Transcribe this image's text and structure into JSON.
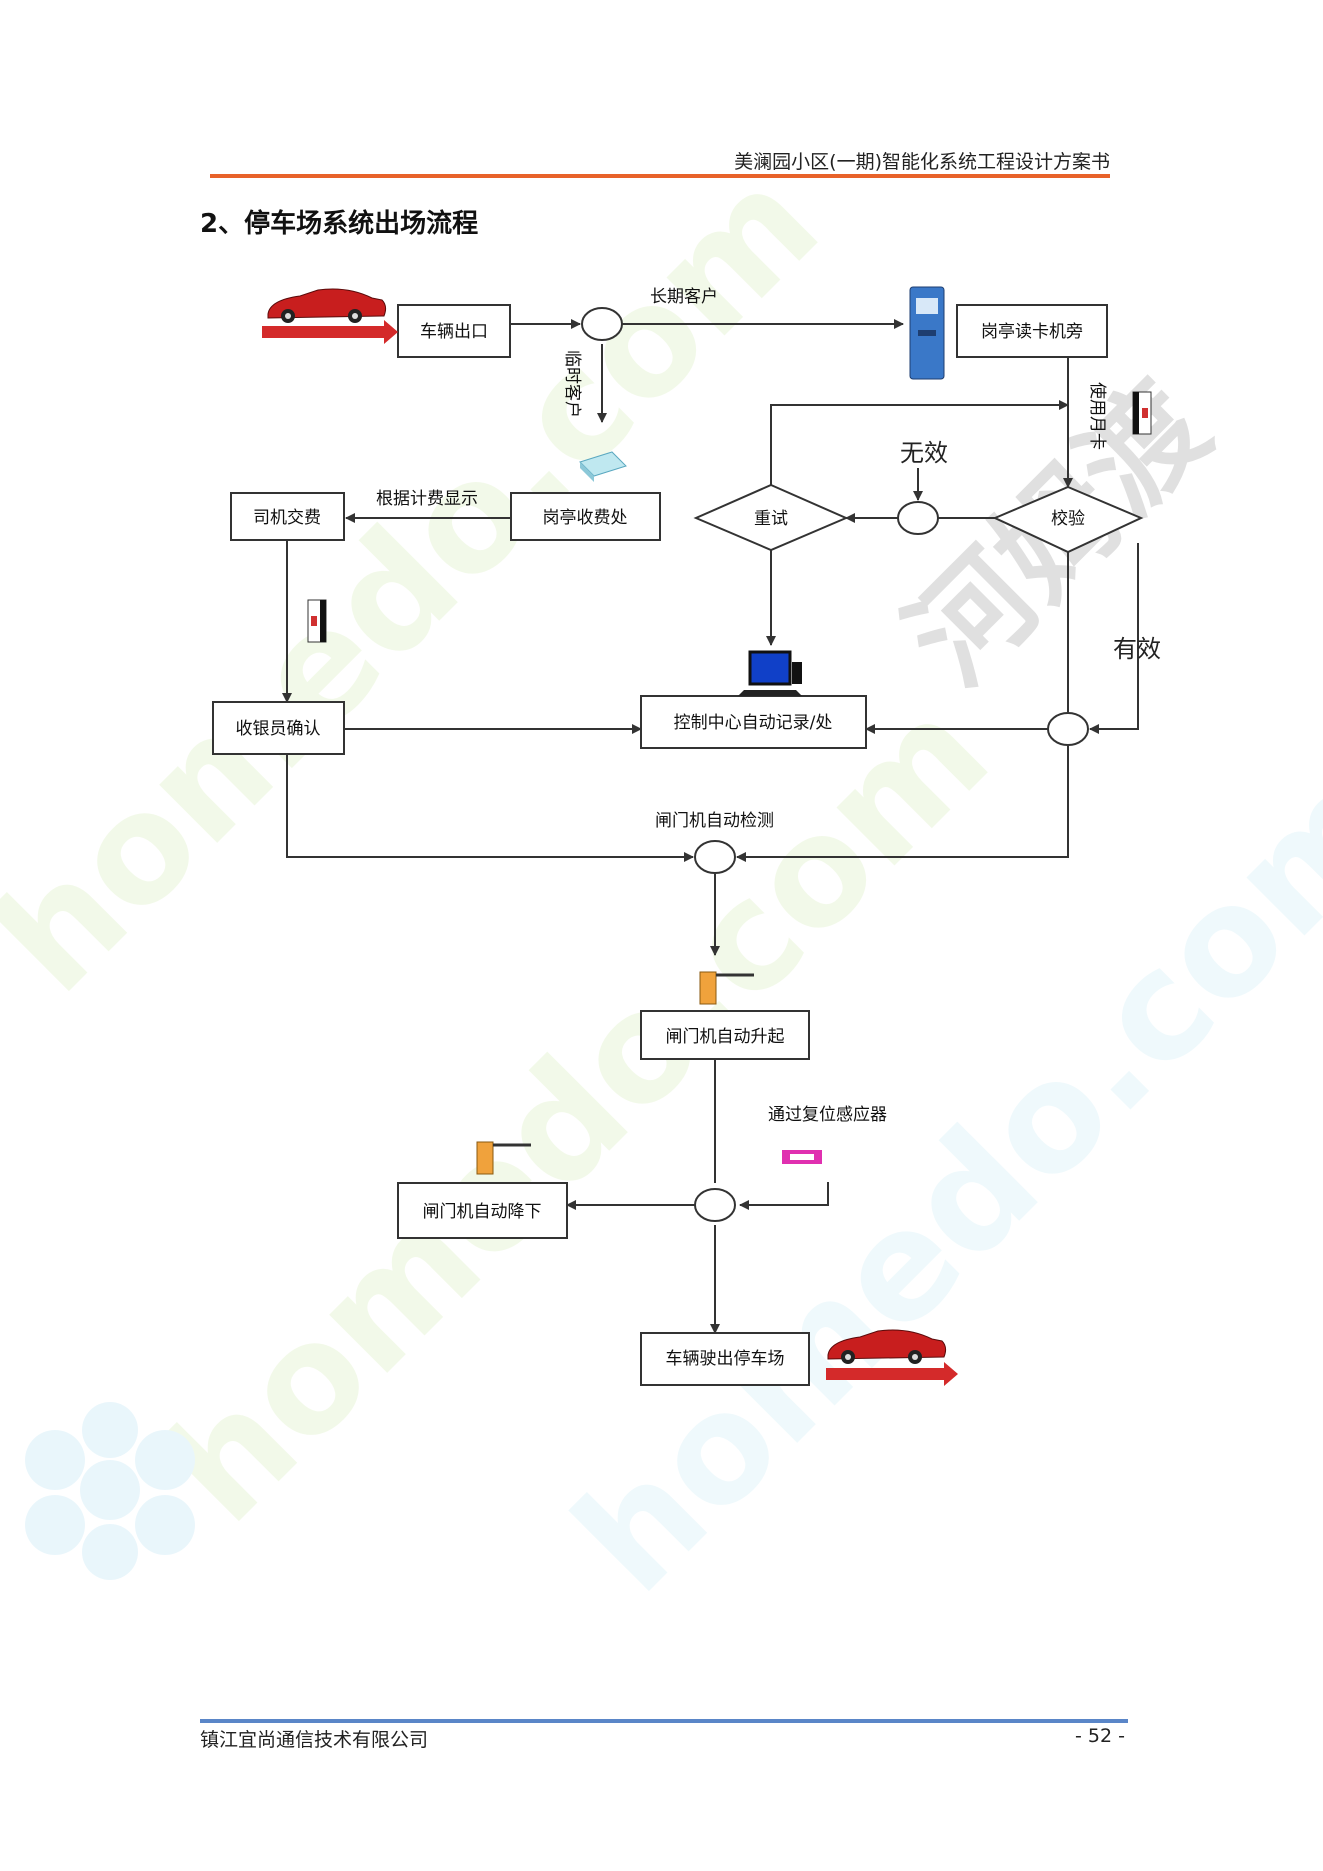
{
  "header": {
    "title": "美澜园小区(一期)智能化系统工程设计方案书"
  },
  "section": {
    "title": "2、停车场系统出场流程"
  },
  "flow": {
    "vehicle_exit": "车辆出口",
    "long_term": "长期客户",
    "temporary": "临时客户",
    "booth_reader": "岗亭读卡机旁",
    "use_monthly_card": "使用月卡",
    "invalid": "无效",
    "retry": "重试",
    "verify": "校验",
    "valid": "有效",
    "driver_pay": "司机交费",
    "fee_display": "根据计费显示",
    "booth_toll": "岗亭收费处",
    "cashier_confirm": "收银员确认",
    "control_center": "控制中心自动记录/处",
    "gate_detect": "闸门机自动检测",
    "gate_raise": "闸门机自动升起",
    "reset_sensor": "通过复位感应器",
    "gate_lower": "闸门机自动降下",
    "exit_lot": "车辆驶出停车场"
  },
  "watermark": {
    "site": "homedo.com",
    "brand": "河姆渡"
  },
  "footer": {
    "company": "镇江宜尚通信技术有限公司",
    "page": "- 52 -"
  },
  "colors": {
    "header_rule": "#e8622a",
    "footer_rule": "#5a86c8",
    "car": "#c81e1e",
    "barrier": "#f0a23c"
  }
}
